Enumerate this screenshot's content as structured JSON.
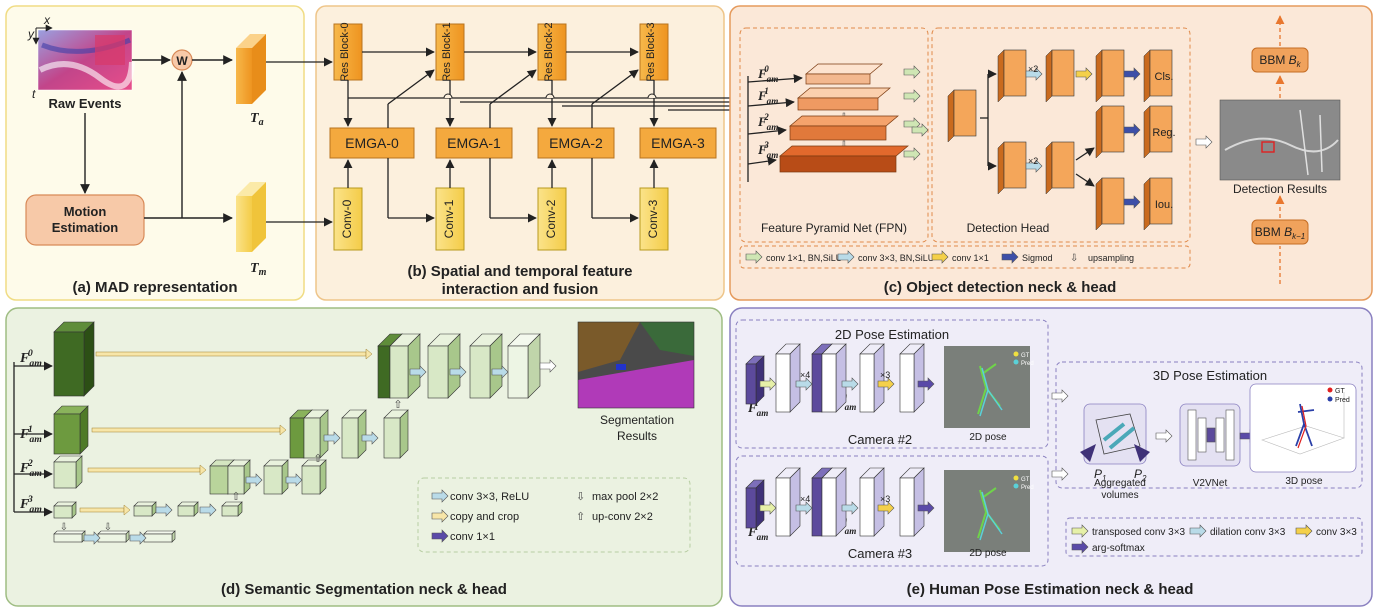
{
  "panels": {
    "a": {
      "caption": "(a) MAD representation",
      "raw_events": "Raw Events",
      "motion_estimation": [
        "Motion",
        "Estimation"
      ],
      "w": "W",
      "t_a": "T",
      "t_a_sub": "a",
      "t_m": "T",
      "t_m_sub": "m",
      "axis_x": "x",
      "axis_y": "y",
      "axis_t": "t"
    },
    "b": {
      "caption_line1": "(b) Spatial and temporal feature",
      "caption_line2": "interaction and fusion",
      "res_blocks": [
        "Res Block-0",
        "Res Block-1",
        "Res Block-2",
        "Res Block-3"
      ],
      "emga": [
        "EMGA-0",
        "EMGA-1",
        "EMGA-2",
        "EMGA-3"
      ],
      "convs": [
        "Conv-0",
        "Conv-1",
        "Conv-2",
        "Conv-3"
      ]
    },
    "c": {
      "caption": "(c) Object detection neck & head",
      "fpn_label": "Feature Pyramid Net (FPN)",
      "head_label": "Detection Head",
      "cls": "Cls.",
      "reg": "Reg.",
      "iou": "Iou.",
      "x2": "×2",
      "detection_results": "Detection Results",
      "bbm_k": "BBM",
      "bbm_k_var": "B",
      "bbm_k_sub": "k",
      "bbm_k1": "BBM",
      "bbm_k1_var": "B",
      "bbm_k1_sub": "k−1",
      "legend": [
        "conv 1×1, BN,SiLU",
        "conv 3×3, BN,SiLU",
        "conv 1×1",
        "Sigmod",
        "upsampling"
      ]
    },
    "d": {
      "caption": "(d) Semantic Segmentation neck & head",
      "seg_results": [
        "Segmentation",
        "Results"
      ],
      "legend": [
        "conv 3×3, ReLU",
        "copy and crop",
        "conv 1×1",
        "max pool 2×2",
        "up-conv 2×2"
      ]
    },
    "e": {
      "caption": "(e) Human Pose Estimation neck & head",
      "pose2d_title": "2D Pose Estimation",
      "pose3d_title": "3D Pose Estimation",
      "camera2": "Camera #2",
      "camera3": "Camera #3",
      "pose2d": "2D pose",
      "pose3d": "3D pose",
      "aggregated": [
        "Aggregated",
        "volumes"
      ],
      "v2vnet": "V2VNet",
      "x4": "×4",
      "x3": "×3",
      "gt": "GT",
      "pred": "Pred",
      "p1": "P",
      "p1_sub": "1",
      "p2": "P",
      "p2_sub": "2",
      "legend": [
        "transposed conv 3×3",
        "dilation conv 3×3",
        "conv 3×3",
        "arg-softmax"
      ]
    }
  },
  "feature_symbol": {
    "base": "F",
    "sub": "am",
    "levels": [
      "0",
      "1",
      "2",
      "3"
    ]
  },
  "colors": {
    "panel_a_bg": "#fefbea",
    "panel_a_border": "#f0dc84",
    "panel_b_bg": "#fcf0dd",
    "panel_b_border": "#eec58a",
    "panel_c_bg": "#fbe8d8",
    "panel_c_border": "#e59a5c",
    "panel_d_bg": "#ebf2e1",
    "panel_d_border": "#9fbd83",
    "panel_e_bg": "#efedf8",
    "panel_e_border": "#8a80c0",
    "block_orange": "#f5a623",
    "block_yellow": "#f6d76a",
    "emga_orange": "#f4a93e",
    "fpn_dark": "#d85a1e",
    "seg_dark_green": "#3f6a23",
    "seg_mid_green": "#6d9a3f",
    "seg_light_green": "#d8e8c6",
    "pose_purple": "#5c4a9c",
    "pose_light": "#dcd7ef"
  }
}
